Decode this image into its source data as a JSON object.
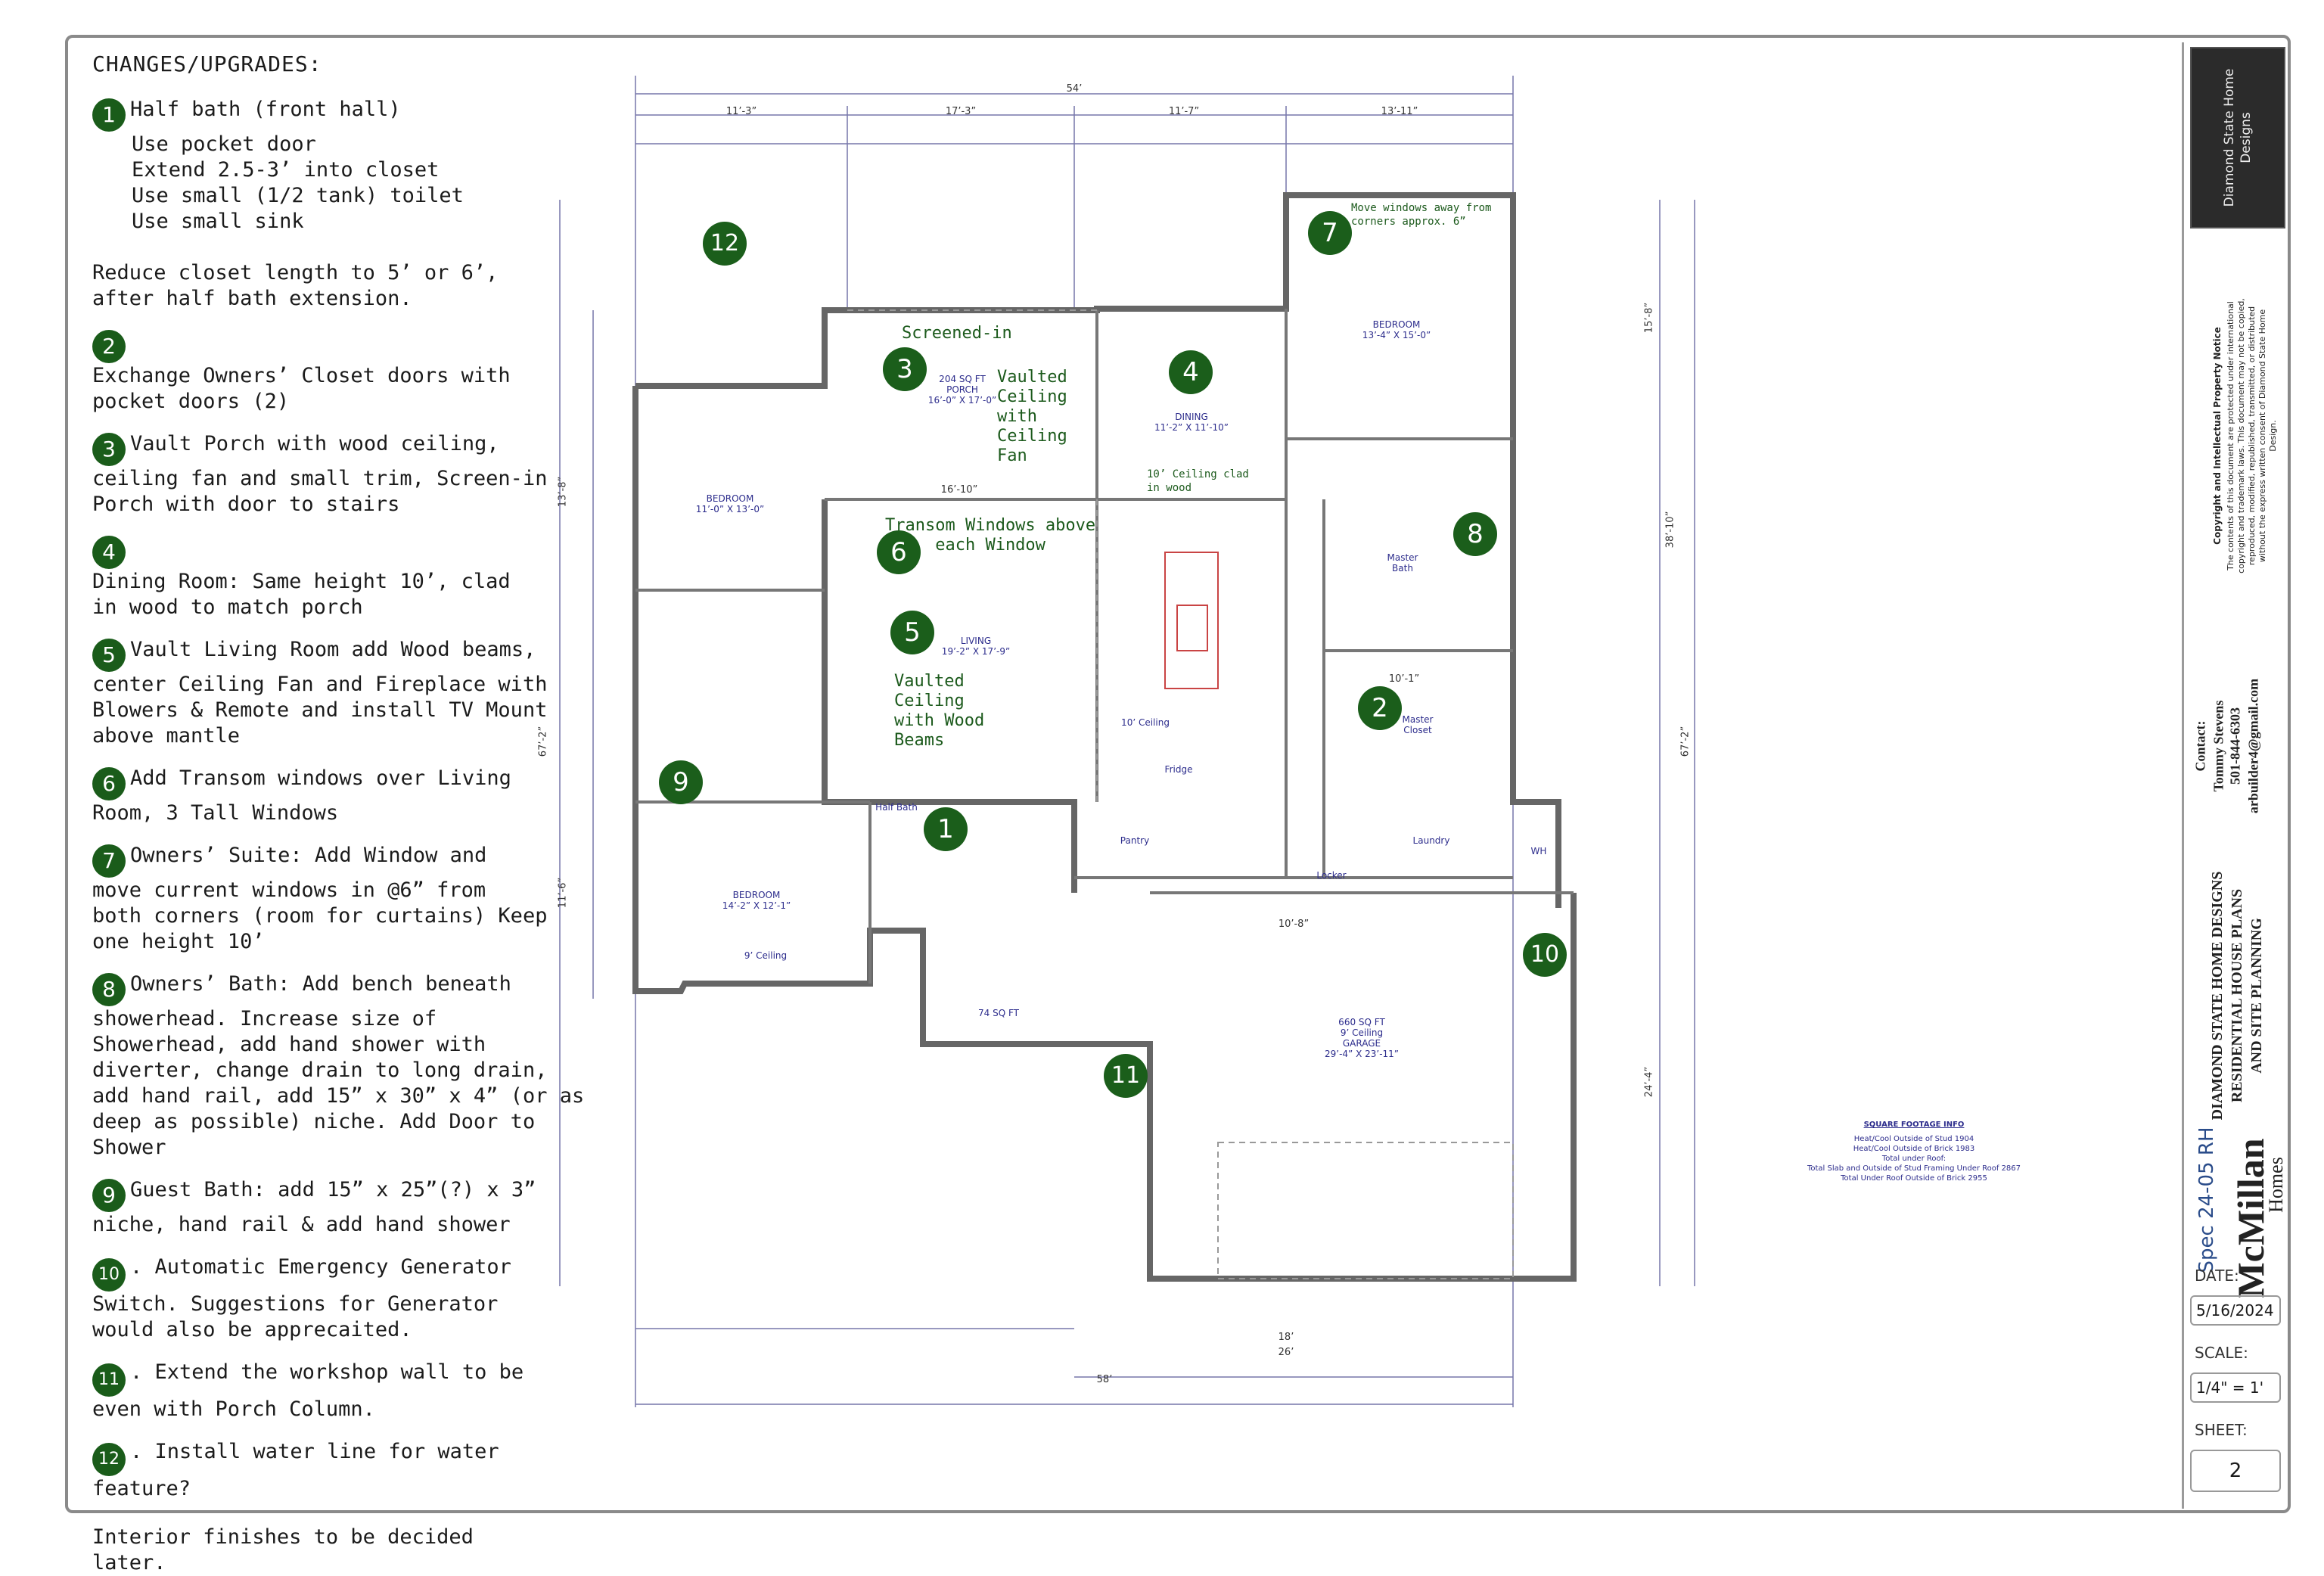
{
  "notes": {
    "heading": "CHANGES/UPGRADES:",
    "items": [
      {
        "num": "1",
        "lines": [
          "Half bath (front hall)",
          "Use pocket door",
          "Extend 2.5-3’ into closet",
          "Use small (1/2 tank) toilet",
          "Use small sink",
          "",
          "Reduce closet length to 5’ or 6’,",
          "after half bath extension."
        ]
      },
      {
        "num": "2",
        "lines": [
          "Exchange Owners’ Closet doors with",
          "pocket doors (2)"
        ]
      },
      {
        "num": "3",
        "lines": [
          "Vault Porch with wood ceiling,",
          "ceiling fan and small trim, Screen-in",
          "Porch with door to stairs"
        ]
      },
      {
        "num": "4",
        "lines": [
          "Dining Room: Same height 10’, clad",
          "in wood to match porch"
        ]
      },
      {
        "num": "5",
        "lines": [
          "Vault Living Room add Wood beams,",
          "center Ceiling Fan and Fireplace with",
          "Blowers & Remote and install TV Mount",
          "above mantle"
        ]
      },
      {
        "num": "6",
        "lines": [
          "Add Transom windows over Living",
          "Room, 3 Tall Windows"
        ]
      },
      {
        "num": "7",
        "lines": [
          "Owners’ Suite: Add Window and",
          "move current windows in @6” from",
          "both corners (room for curtains) Keep",
          "one height 10’"
        ]
      },
      {
        "num": "8",
        "lines": [
          "Owners’ Bath: Add bench beneath",
          "showerhead. Increase size of",
          "Showerhead, add hand shower with",
          "diverter, change drain to long drain,",
          "add hand rail, add 15” x 30” x 4” (or as",
          "deep as possible) niche. Add Door to",
          "Shower"
        ]
      },
      {
        "num": "9",
        "lines": [
          "Guest Bath: add 15” x 25”(?) x 3”",
          "niche, hand rail & add hand shower"
        ]
      },
      {
        "num": "10",
        "lines": [
          ". Automatic Emergency Generator",
          "Switch. Suggestions for Generator",
          "would also be apprecaited."
        ]
      },
      {
        "num": "11",
        "lines": [
          ". Extend the workshop wall to be",
          "even with Porch Column."
        ]
      },
      {
        "num": "12",
        "lines": [
          ". Install water line for water",
          "feature?"
        ]
      }
    ],
    "footer": "Interior finishes to be decided later."
  },
  "plan": {
    "annotations": {
      "screened": "Screened-in",
      "porch_vault": "Vaulted\nCeiling\nwith\nCeiling\nFan",
      "transom": "Transom Windows above\n     each Window",
      "living_vault": "Vaulted\nCeiling\nwith Wood\nBeams",
      "dining_ceiling": "10’ Ceiling clad\nin wood",
      "move_windows": "Move windows away from\ncorners approx. 6”"
    },
    "rooms": {
      "bedroom_left": "BEDROOM\n11’-0” X 13’-0”",
      "porch": "204 SQ FT\nPORCH\n16’-0” X 17’-0”",
      "dining": "DINING\n11’-2” X 11’-10”",
      "bedroom_master": "BEDROOM\n13’-4” X 15’-0”",
      "living": "LIVING\n19’-2” X 17’-9”",
      "master_bath": "Master\nBath",
      "master_closet": "Master\nCloset",
      "pantry": "Pantry",
      "laundry": "Laundry",
      "locker": "Locker",
      "half_bath": "Half Bath",
      "bedroom_front": "BEDROOM\n14’-2” X 12’-1”",
      "garage": "660 SQ FT\n9’ Ceiling\nGARAGE\n29’-4” X 23’-11”",
      "front_porch": "74 SQ FT",
      "fridge": "Fridge",
      "wh": "WH",
      "ceiling_10": "10’ Ceiling",
      "ceiling_9": "9’ Ceiling"
    },
    "dims": {
      "overall_top": "54’",
      "overall_bottom": "58’",
      "garage_width": "26’",
      "garage_door": "18’",
      "left_height": "67’-2”",
      "right_height": "67’-2”",
      "top_1": "11’-3”",
      "top_2": "17’-3”",
      "top_3": "11’-7”",
      "top_4": "13’-11”",
      "right_1": "15’-8”",
      "right_2": "38’-10”",
      "right_3": "24’-4”",
      "left_1": "13’-8”",
      "left_2": "11’-6”",
      "porch_w": "16’-10”",
      "kitchen_w": "10’-8”",
      "master_w": "10’-1”"
    },
    "sqft": {
      "title": "SQUARE FOOTAGE INFO",
      "l1": "Heat/Cool Outside of Stud 1904",
      "l2": "Heat/Cool Outside of Brick 1983",
      "l3": "Total under Roof:",
      "l4": "Total Slab and Outside of Stud Framing Under Roof 2867",
      "l5": "Total Under Roof Outside of Brick 2955"
    }
  },
  "titleblock": {
    "logo": "Diamond State Home\nDesigns",
    "copyright_title": "Copyright and Intellectual Property Notice",
    "copyright_body": "The contents of this document are protected under international\ncopyright and trademark laws. This document may not be copied,\nreproduced, modified, republished, transmitted, or distributed\nwithout the express written consent of Diamond State Home\nDesign.",
    "contact_label": "Contact:",
    "contact_name": "Tommy Stevens",
    "contact_phone": "501-844-6303",
    "contact_email": "arbuilder4@gmail.com",
    "firm": "DIAMOND STATE HOME DESIGNS\nRESIDENTIAL HOUSE PLANS\nAND SITE PLANNING",
    "brand_main": "McMillan",
    "brand_sub": "Homes",
    "spec": "Spec 24-05 RH",
    "date_label": "DATE:",
    "date_value": "5/16/2024",
    "scale_label": "SCALE:",
    "scale_value": "1/4\" = 1'",
    "sheet_label": "SHEET:",
    "sheet_value": "2"
  },
  "colors": {
    "badge_green": "#1b5e1b",
    "annotation_green": "#1c5a1c",
    "wall": "#6a6a6a",
    "dimension_line": "#7070b0"
  }
}
